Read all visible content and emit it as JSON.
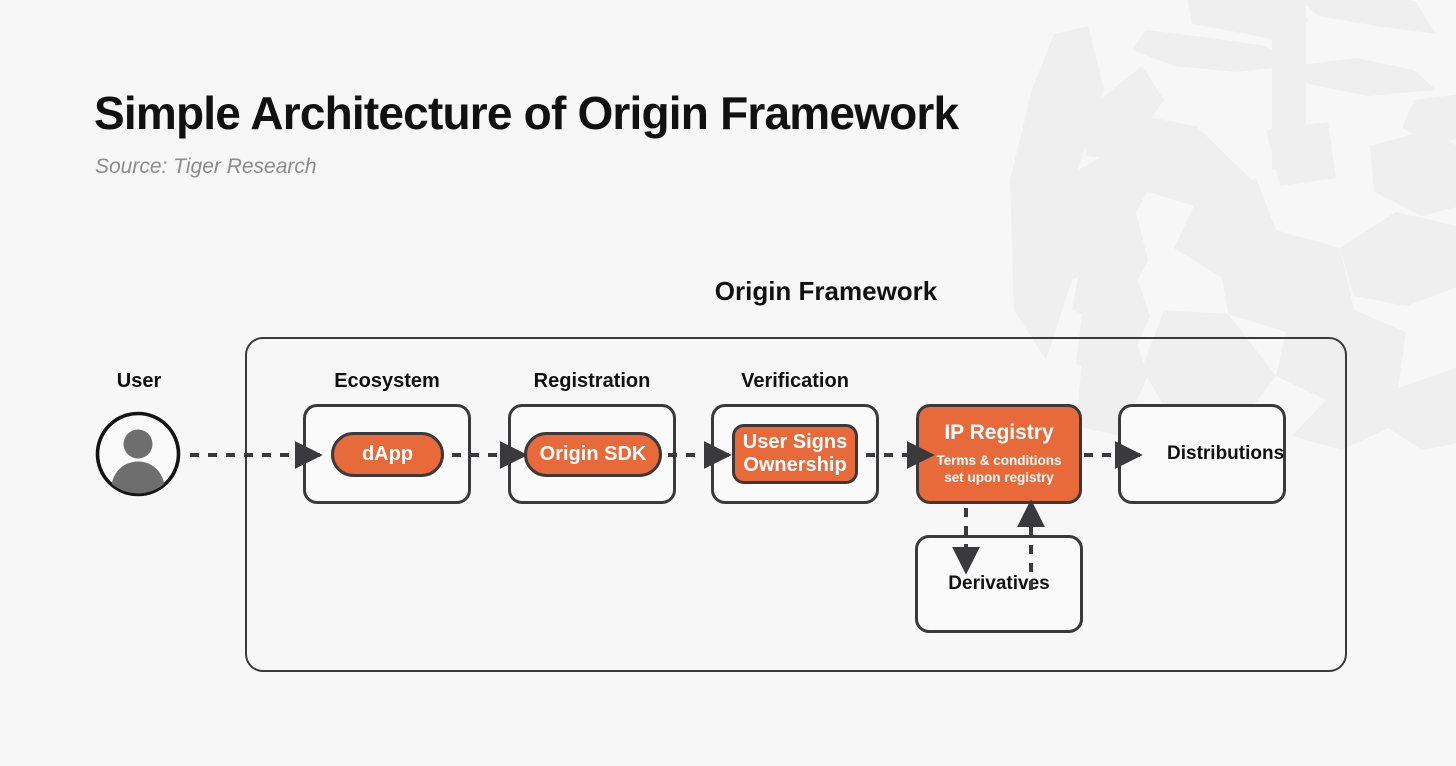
{
  "page": {
    "title": "Simple Architecture of Origin Framework",
    "source": "Source: Tiger Research",
    "background_color": "#f7f7f7"
  },
  "colors": {
    "accent_orange": "#e8693a",
    "stroke_dark": "#3a3a3c",
    "text_dark": "#111111",
    "text_muted": "#8c8c8c",
    "node_fill": "#fafafa",
    "avatar_grey": "#6e6e6e"
  },
  "diagram": {
    "type": "flow-architecture",
    "heading": "Origin Framework",
    "actor": {
      "label": "User",
      "icon": "user-avatar-icon"
    },
    "column_labels": [
      {
        "label": "User"
      },
      {
        "label": "Ecosystem"
      },
      {
        "label": "Registration"
      },
      {
        "label": "Verification"
      }
    ],
    "nodes": [
      {
        "id": "ecosystem",
        "group_label": "Ecosystem",
        "inner_label": "dApp",
        "shape": "capsule",
        "fill": "#e8693a",
        "inside_framework": true
      },
      {
        "id": "registration",
        "group_label": "Registration",
        "inner_label": "Origin SDK",
        "shape": "capsule",
        "fill": "#e8693a",
        "inside_framework": true
      },
      {
        "id": "verification",
        "group_label": "Verification",
        "inner_label": "User Signs Ownership",
        "inner_label_line1": "User Signs",
        "inner_label_line2": "Ownership",
        "shape": "rounded-rect",
        "fill": "#e8693a",
        "inside_framework": true
      },
      {
        "id": "ip-registry",
        "label": "IP Registry",
        "sub_line1": "Terms & conditions",
        "sub_line2": "set upon registry",
        "shape": "rounded-rect",
        "fill": "#e8693a",
        "inside_framework": true
      },
      {
        "id": "derivatives",
        "label": "Derivatives",
        "shape": "rounded-rect",
        "fill": "#fafafa",
        "inside_framework": true
      },
      {
        "id": "distributions",
        "label": "Distributions",
        "shape": "rounded-rect",
        "fill": "#fafafa",
        "inside_framework": true
      }
    ],
    "edges": [
      {
        "from": "user",
        "to": "ecosystem",
        "style": "dashed",
        "arrow": true
      },
      {
        "from": "ecosystem",
        "to": "registration",
        "style": "dashed",
        "arrow": true
      },
      {
        "from": "registration",
        "to": "verification",
        "style": "dashed",
        "arrow": true
      },
      {
        "from": "verification",
        "to": "ip-registry",
        "style": "dashed",
        "arrow": true
      },
      {
        "from": "ip-registry",
        "to": "distributions",
        "style": "dashed",
        "arrow": true
      },
      {
        "from": "ip-registry",
        "to": "derivatives",
        "style": "dashed",
        "arrow": true,
        "direction": "down"
      },
      {
        "from": "derivatives",
        "to": "ip-registry",
        "style": "dashed",
        "arrow": true,
        "direction": "up"
      }
    ]
  }
}
